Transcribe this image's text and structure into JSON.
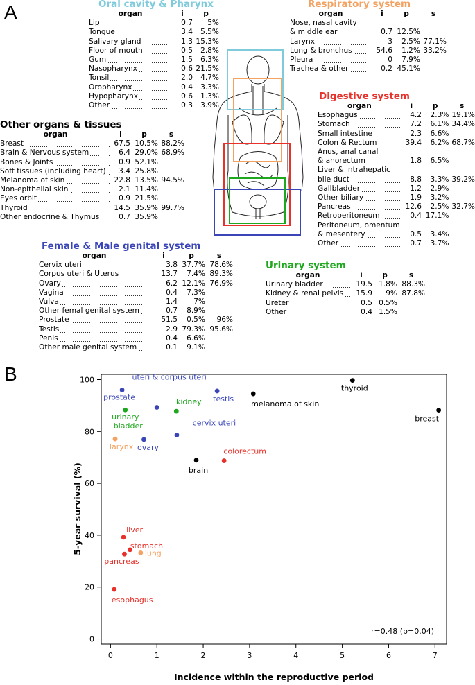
{
  "panels": {
    "a": "A",
    "b": "B"
  },
  "tables": {
    "oral": {
      "title": "Oral cavity & Pharynx",
      "color": "#7fcbdc",
      "headers": [
        "organ",
        "i",
        "p"
      ],
      "rows": [
        [
          "Lip",
          "0.7",
          "5%"
        ],
        [
          "Tongue",
          "3.4",
          "5.5%"
        ],
        [
          "Salivary gland",
          "1.3",
          "15.3%"
        ],
        [
          "Floor of mouth",
          "0.5",
          "2.8%"
        ],
        [
          "Gum",
          "1.5",
          "6.3%"
        ],
        [
          "Nasopharynx",
          "0.6",
          "21.5%"
        ],
        [
          "Tonsil",
          "2.0",
          "4.7%"
        ],
        [
          "Oropharynx",
          "0.4",
          "3.3%"
        ],
        [
          "Hypopharynx",
          "0.6",
          "1.3%"
        ],
        [
          "Other",
          "0.3",
          "3.9%"
        ]
      ]
    },
    "respiratory": {
      "title": "Respiratory system",
      "color": "#f4a261",
      "headers": [
        "organ",
        "i",
        "p",
        "s"
      ],
      "rows": [
        [
          "Nose, nasal cavity",
          "",
          "",
          ""
        ],
        [
          "& middle ear",
          "0.7",
          "12.5%",
          ""
        ],
        [
          "Larynx",
          "3",
          "2.5%",
          "77.1%"
        ],
        [
          "Lung & bronchus",
          "54.6",
          "1.2%",
          "33.2%"
        ],
        [
          "Pleura",
          "0",
          "7.9%",
          ""
        ],
        [
          "Trachea & other",
          "0.2",
          "45.1%",
          ""
        ]
      ]
    },
    "other": {
      "title": "Other organs & tissues",
      "color": "#000000",
      "headers": [
        "organ",
        "i",
        "p",
        "s"
      ],
      "rows": [
        [
          "Breast",
          "67.5",
          "10.5%",
          "88.2%"
        ],
        [
          "Brain & Nervous system",
          "6.4",
          "29.0%",
          "68.9%"
        ],
        [
          "Bones & Joints",
          "0.9",
          "52.1%",
          ""
        ],
        [
          "Soft tissues (including heart)",
          "3.4",
          "25.8%",
          ""
        ],
        [
          "Melanoma of skin",
          "22.8",
          "13.5%",
          "94.5%"
        ],
        [
          "Non-epithelial skin",
          "2.1",
          "11.4%",
          ""
        ],
        [
          "Eyes orbit",
          "0.9",
          "21.5%",
          ""
        ],
        [
          "Thyroid",
          "14.5",
          "35.9%",
          "99.7%"
        ],
        [
          "Other endocrine & Thymus",
          "0.7",
          "35.9%",
          ""
        ]
      ]
    },
    "digestive": {
      "title": "Digestive system",
      "color": "#e8312a",
      "headers": [
        "organ",
        "i",
        "p",
        "s"
      ],
      "rows": [
        [
          "Esophagus",
          "4.2",
          "2.3%",
          "19.1%"
        ],
        [
          "Stomach",
          "7.2",
          "6.1%",
          "34.4%"
        ],
        [
          "Small intestine",
          "2.3",
          "6.6%",
          ""
        ],
        [
          "Colon & Rectum",
          "39.4",
          "6.2%",
          "68.7%"
        ],
        [
          "Anus, anal canal",
          "",
          "",
          ""
        ],
        [
          "& anorectum",
          "1.8",
          "6.5%",
          ""
        ],
        [
          "Liver & intrahepatic",
          "",
          "",
          ""
        ],
        [
          "bile duct",
          "8.8",
          "3.3%",
          "39.2%"
        ],
        [
          "Gallbladder",
          "1.2",
          "2.9%",
          ""
        ],
        [
          "Other biliary",
          "1.9",
          "3.2%",
          ""
        ],
        [
          "Pancreas",
          "12.6",
          "2.5%",
          "32.7%"
        ],
        [
          "Retroperitoneum",
          "0.4",
          "17.1%",
          ""
        ],
        [
          "Peritoneum, omentum",
          "",
          "",
          ""
        ],
        [
          "& mesentery",
          "0.5",
          "3.4%",
          ""
        ],
        [
          "Other",
          "0.7",
          "3.7%",
          ""
        ]
      ]
    },
    "genital": {
      "title": "Female & Male genital system",
      "color": "#3a46b8",
      "headers": [
        "organ",
        "i",
        "p",
        "s"
      ],
      "rows": [
        [
          "Cervix uteri",
          "3.8",
          "37.7%",
          "78.6%"
        ],
        [
          "Corpus uteri & Uterus",
          "13.7",
          "7.4%",
          "89.3%"
        ],
        [
          "Ovary",
          "6.2",
          "12.1%",
          "76.9%"
        ],
        [
          "Vagina",
          "0.4",
          "7.3%",
          ""
        ],
        [
          "Vulva",
          "1.4",
          "7%",
          ""
        ],
        [
          "Other femal genital system",
          "0.7",
          "8.9%",
          ""
        ],
        [
          "Prostate",
          "51.5",
          "0.5%",
          "96%"
        ],
        [
          "Testis",
          "2.9",
          "79.3%",
          "95.6%"
        ],
        [
          "Penis",
          "0.4",
          "6.6%",
          ""
        ],
        [
          "Other male genital system",
          "0.1",
          "9.1%",
          ""
        ]
      ]
    },
    "urinary": {
      "title": "Urinary system",
      "color": "#1fa81f",
      "headers": [
        "organ",
        "i",
        "p",
        "s"
      ],
      "rows": [
        [
          "Urinary bladder",
          "19.5",
          "1.8%",
          "88.3%"
        ],
        [
          "Kidney & renal pelvis",
          "15.9",
          "9%",
          "87.8%"
        ],
        [
          "Ureter",
          "0.5",
          "0.5%",
          ""
        ],
        [
          "Other",
          "0.4",
          "1.5%",
          ""
        ]
      ]
    }
  },
  "chart_data": {
    "type": "scatter",
    "xlabel": "Incidence within the reproductive period",
    "ylabel": "5-year survival (%)",
    "xlim": [
      -0.2,
      7.25
    ],
    "ylim": [
      -2,
      102
    ],
    "xticks": [
      0,
      1,
      2,
      3,
      4,
      5,
      6,
      7
    ],
    "yticks": [
      0,
      20,
      40,
      60,
      80,
      100
    ],
    "annotation": "r=0.48 (p=0.04)",
    "colors": {
      "genital": "#3a46b8",
      "urinary": "#1fa81f",
      "respiratory": "#f4a261",
      "digestive": "#e8312a",
      "other": "#000000"
    },
    "points": [
      {
        "label": "uteri & corpus uteri",
        "x": 1.0,
        "y": 89.3,
        "group": "genital"
      },
      {
        "label": "prostate",
        "x": 0.25,
        "y": 96.0,
        "group": "genital"
      },
      {
        "label": "testis",
        "x": 2.3,
        "y": 95.6,
        "group": "genital"
      },
      {
        "label": "ovary",
        "x": 0.72,
        "y": 76.9,
        "group": "genital"
      },
      {
        "label": "cervix uteri",
        "x": 1.43,
        "y": 78.6,
        "group": "genital"
      },
      {
        "label": "kidney",
        "x": 1.42,
        "y": 87.8,
        "group": "urinary"
      },
      {
        "label": "urinary bladder",
        "x": 0.32,
        "y": 88.3,
        "group": "urinary"
      },
      {
        "label": "larynx",
        "x": 0.1,
        "y": 77.1,
        "group": "respiratory"
      },
      {
        "label": "lung",
        "x": 0.65,
        "y": 33.2,
        "group": "respiratory"
      },
      {
        "label": "thyroid",
        "x": 5.22,
        "y": 99.7,
        "group": "other"
      },
      {
        "label": "melanoma of skin",
        "x": 3.08,
        "y": 94.5,
        "group": "other"
      },
      {
        "label": "breast",
        "x": 7.08,
        "y": 88.2,
        "group": "other"
      },
      {
        "label": "brain",
        "x": 1.85,
        "y": 68.9,
        "group": "other"
      },
      {
        "label": "colorectum",
        "x": 2.45,
        "y": 68.7,
        "group": "digestive"
      },
      {
        "label": "liver",
        "x": 0.28,
        "y": 39.2,
        "group": "digestive"
      },
      {
        "label": "stomach",
        "x": 0.42,
        "y": 34.4,
        "group": "digestive"
      },
      {
        "label": "pancreas",
        "x": 0.3,
        "y": 32.7,
        "group": "digestive"
      },
      {
        "label": "esophagus",
        "x": 0.08,
        "y": 19.1,
        "group": "digestive"
      }
    ]
  }
}
